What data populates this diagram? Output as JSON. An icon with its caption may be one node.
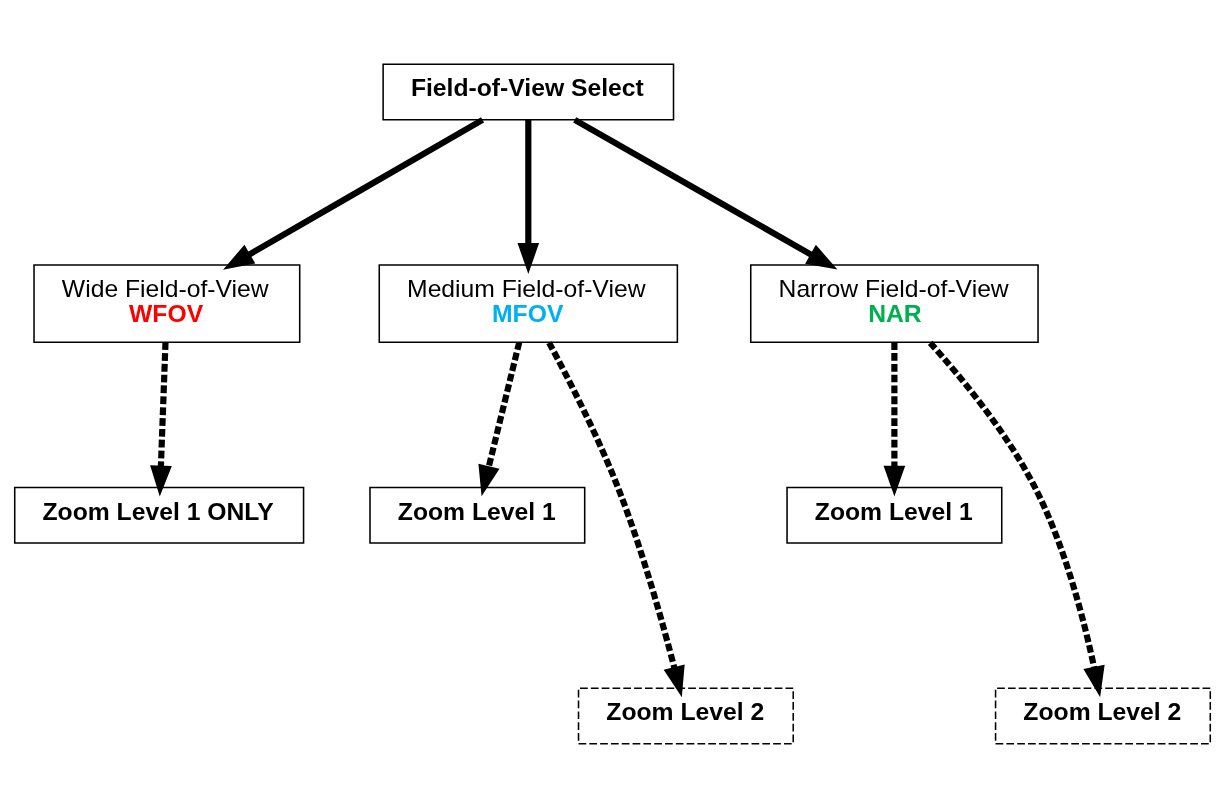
{
  "diagram": {
    "nodes": [
      {
        "text": [
          "Field-of-View Select"
        ]
      },
      {
        "text": [
          "Wide Field-of-View",
          "WFOV"
        ]
      },
      {
        "text": [
          "Medium Field-of-View",
          "MFOV"
        ]
      },
      {
        "text": [
          "Narrow Field-of-View",
          "NAR"
        ]
      },
      {
        "text": [
          "Zoom Level 1 ONLY"
        ]
      },
      {
        "text": [
          "Zoom Level 1"
        ]
      },
      {
        "text": [
          "Zoom Level 2"
        ]
      },
      {
        "text": [
          "Zoom Level 1"
        ]
      },
      {
        "text": [
          "Zoom Level 2"
        ]
      }
    ],
    "edges": [
      {
        "from": 0,
        "to": 1,
        "arrow": "to"
      },
      {
        "from": 0,
        "to": 2,
        "arrow": "to"
      },
      {
        "from": 0,
        "to": 3,
        "arrow": "to"
      },
      {
        "from": 1,
        "to": 4,
        "arrow": "to",
        "style": "dashed"
      },
      {
        "from": 2,
        "to": 5,
        "arrow": "to",
        "style": "dashed"
      },
      {
        "from": 2,
        "to": 6,
        "arrow": "to",
        "style": "dashed"
      },
      {
        "from": 3,
        "to": 7,
        "arrow": "to",
        "style": "dashed"
      },
      {
        "from": 3,
        "to": 8,
        "arrow": "to",
        "style": "dashed"
      }
    ]
  }
}
